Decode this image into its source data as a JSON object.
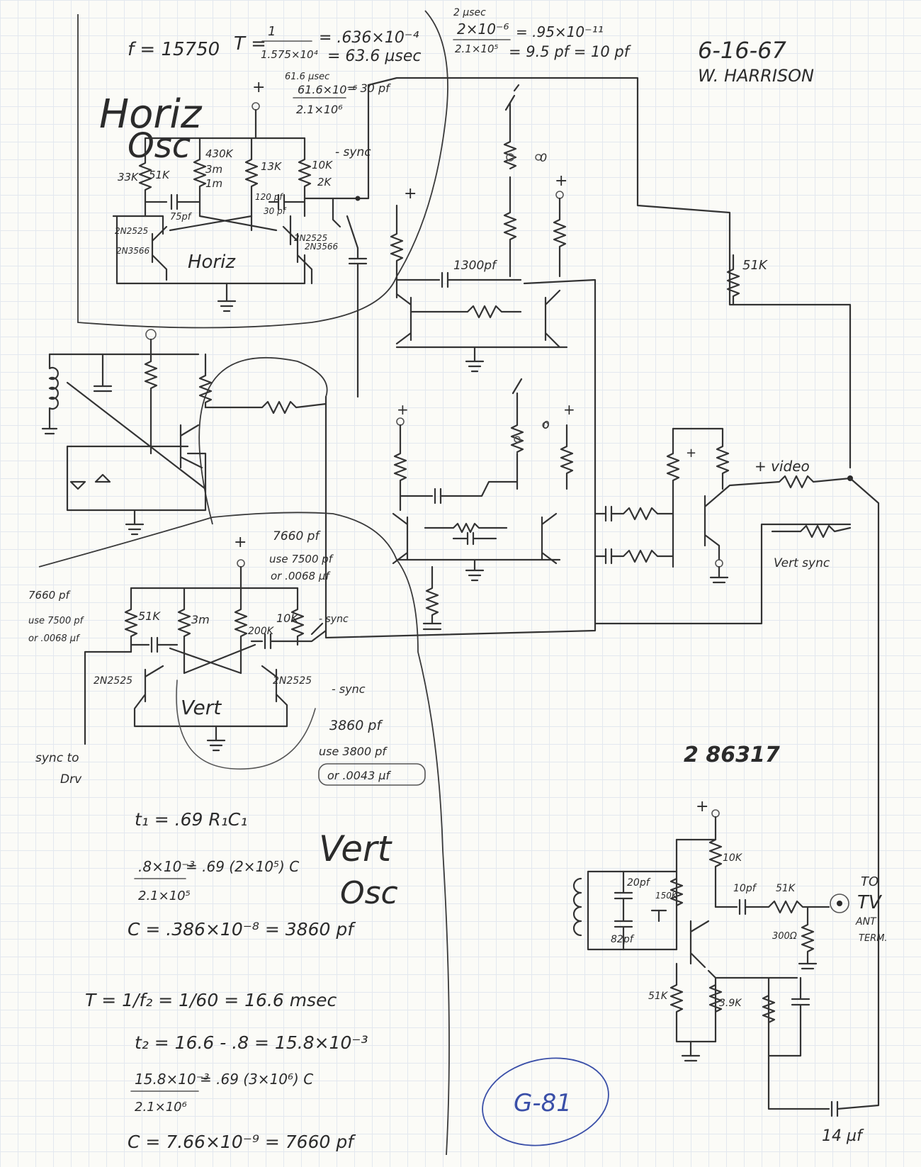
{
  "header": {
    "date": "6-16-67",
    "author": "W. HARRISON",
    "freq_note": "f = 15750",
    "period_T": "T =",
    "period_frac_num": "1",
    "period_frac_den": "1.575×10⁴",
    "period_result1": "= .636×10⁻⁴",
    "period_result2": "= 63.6 µsec",
    "cap_calc_top": "2 µsec",
    "cap_calc_num": "2×10⁻⁶",
    "cap_calc_den": "2.1×10⁵",
    "cap_calc_res1": "= .95×10⁻¹¹",
    "cap_calc_res2": "= 9.5 pf = 10 pf"
  },
  "horiz_osc": {
    "title": "Horiz",
    "title2": "Osc",
    "label": "Horiz",
    "plus": "+",
    "calc_top": "61.6 µsec",
    "calc_num": "61.6×10⁻⁶",
    "calc_den": "2.1×10⁶",
    "calc_res": "= 30 pf",
    "r1": "33K",
    "r1b": "51K",
    "r2": "430K",
    "r2b": "3m",
    "r2c": "1m",
    "r3": "13K",
    "r4": "10K",
    "r4b": "2K",
    "c1": "75pf",
    "c2": "120 pf",
    "c3": "30 pf",
    "q1": "2N2525",
    "q1b": "2N3566",
    "q2": "2N2525",
    "q2b": "2N3566",
    "sync": "- sync"
  },
  "middle": {
    "c_1300": "1300pf",
    "r_51k": "51K",
    "video": "+ video",
    "vert_sync": "Vert sync",
    "plus1": "+",
    "plus2": "+",
    "plus3": "+",
    "plus4": "+",
    "zero1": "0",
    "zero2": "0",
    "plus_pot": "+"
  },
  "vert_osc": {
    "title": "Vert",
    "title2": "Osc",
    "label": "Vert",
    "plus": "+",
    "cap_note1": "7660 pf",
    "cap_note2": "use 7500 pf",
    "cap_note3": "or .0068 µf",
    "side_note1": "7660 pf",
    "side_note2": "use 7500 pf",
    "side_note3": "or .0068 µf",
    "r1": "51K",
    "r2": "3m",
    "r3": "200K",
    "r4": "10K",
    "q1": "2N2525",
    "q2": "2N2525",
    "sync1": "- sync",
    "sync2": "- sync",
    "c_note1": "3860 pf",
    "c_note2": "use 3800 pf",
    "c_note3": "or .0043 µf",
    "sync_to_drv1": "sync to",
    "sync_to_drv2": "Drv"
  },
  "calcs": {
    "line1": "t₁ = .69 R₁C₁",
    "line2_num": ".8×10⁻³",
    "line2_mid": "= .69 (2×10⁵) C",
    "line2_den": "2.1×10⁵",
    "line3": "C = .386×10⁻⁸ = 3860 pf",
    "line4": "T = 1/f₂ = 1/60 = 16.6 msec",
    "line5": "t₂ = 16.6 - .8 = 15.8×10⁻³",
    "line6_num": "15.8×10⁻³",
    "line6_mid": "= .69 (3×10⁶) C",
    "line6_den": "2.1×10⁶",
    "line7": "C = 7.66×10⁻⁹ = 7660 pf"
  },
  "rf": {
    "stamp": "2 86317",
    "plus": "+",
    "r_10k": "10K",
    "c_20pf": "20pf",
    "c_82pf": "82pf",
    "r_150k": "150K",
    "c_10pf": "10pf",
    "r_51k": "51K",
    "r_300": "300Ω",
    "r_51k_b": "51K",
    "r_39k": "3.9K",
    "to_tv1": "TO",
    "to_tv2": "TV",
    "to_tv3": "ANT",
    "to_tv4": "TERM.",
    "c_14uf": "14 µf"
  },
  "footer": {
    "page_id": "G-81"
  }
}
